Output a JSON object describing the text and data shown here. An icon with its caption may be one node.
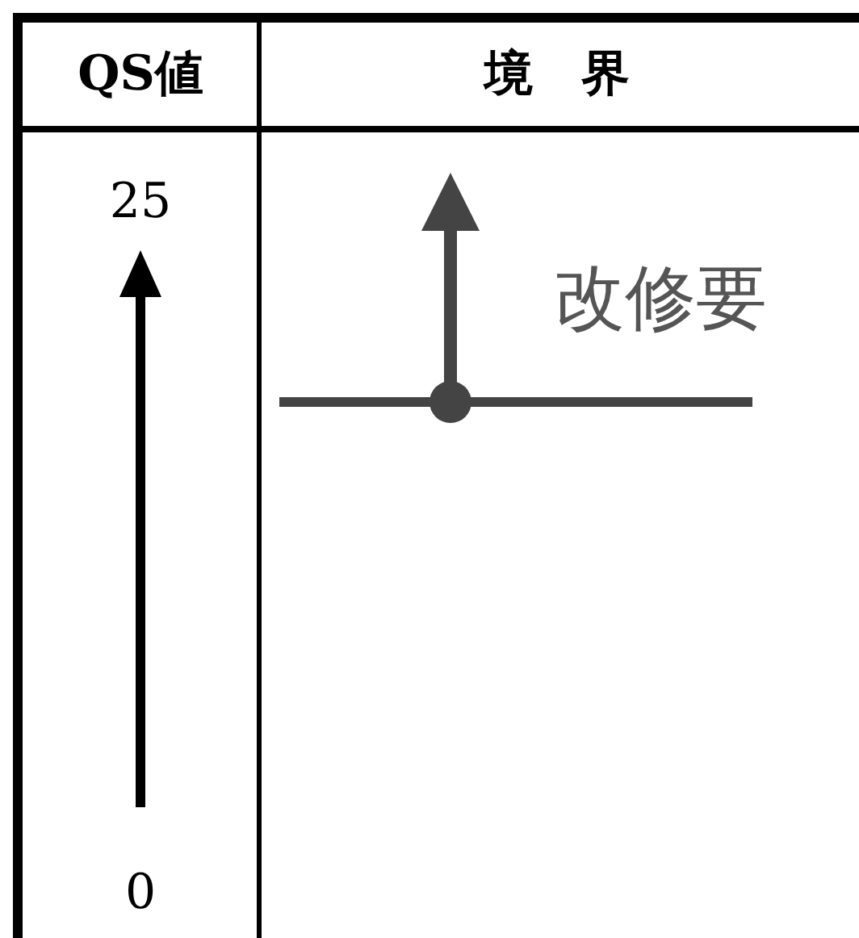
{
  "diagram": {
    "labels": [
      "QS値",
      "境　界",
      "25",
      "0",
      "改修要"
    ]
  }
}
